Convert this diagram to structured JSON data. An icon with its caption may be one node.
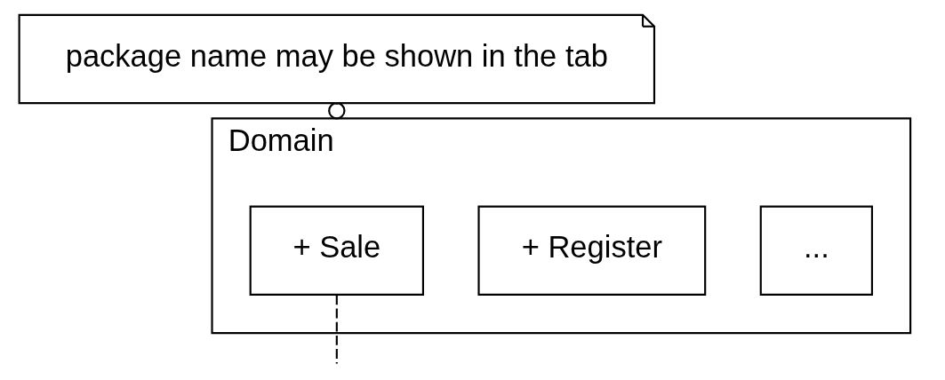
{
  "diagram": {
    "nodes": [
      {
        "text": [
          "Domain"
        ]
      },
      {
        "text": [
          "+ Sale"
        ],
        "in": 0
      },
      {
        "text": [
          "+ Register"
        ],
        "in": 0
      },
      {
        "text": [
          "..."
        ],
        "in": 0
      },
      {
        "text": [
          "package name may be shown in the tab"
        ]
      }
    ],
    "edges": [
      {
        "from": 4,
        "to": 0,
        "arrow": "other",
        "style": "dashed"
      },
      {
        "from": 1,
        "to": null,
        "arrow": "none",
        "style": "dashed"
      }
    ]
  }
}
